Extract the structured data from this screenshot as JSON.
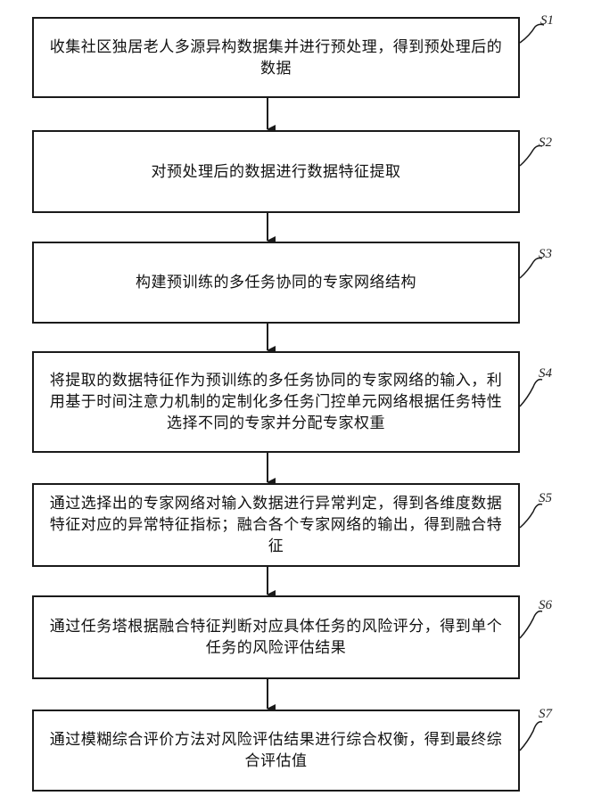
{
  "steps": [
    {
      "label": "S1",
      "text": "收集社区独居老人多源异构数据集并进行预处理，得到预处理后的数据"
    },
    {
      "label": "S2",
      "text": "对预处理后的数据进行数据特征提取"
    },
    {
      "label": "S3",
      "text": "构建预训练的多任务协同的专家网络结构"
    },
    {
      "label": "S4",
      "text": "将提取的数据特征作为预训练的多任务协同的专家网络的输入，利用基于时间注意力机制的定制化多任务门控单元网络根据任务特性选择不同的专家并分配专家权重"
    },
    {
      "label": "S5",
      "text": "通过选择出的专家网络对输入数据进行异常判定，得到各维度数据特征对应的异常特征指标；融合各个专家网络的输出，得到融合特征"
    },
    {
      "label": "S6",
      "text": "通过任务塔根据融合特征判断对应具体任务的风险评分，得到单个任务的风险评估结果"
    },
    {
      "label": "S7",
      "text": "通过模糊综合评价方法对风险评估结果进行综合权衡，得到最终综合评估值"
    }
  ]
}
